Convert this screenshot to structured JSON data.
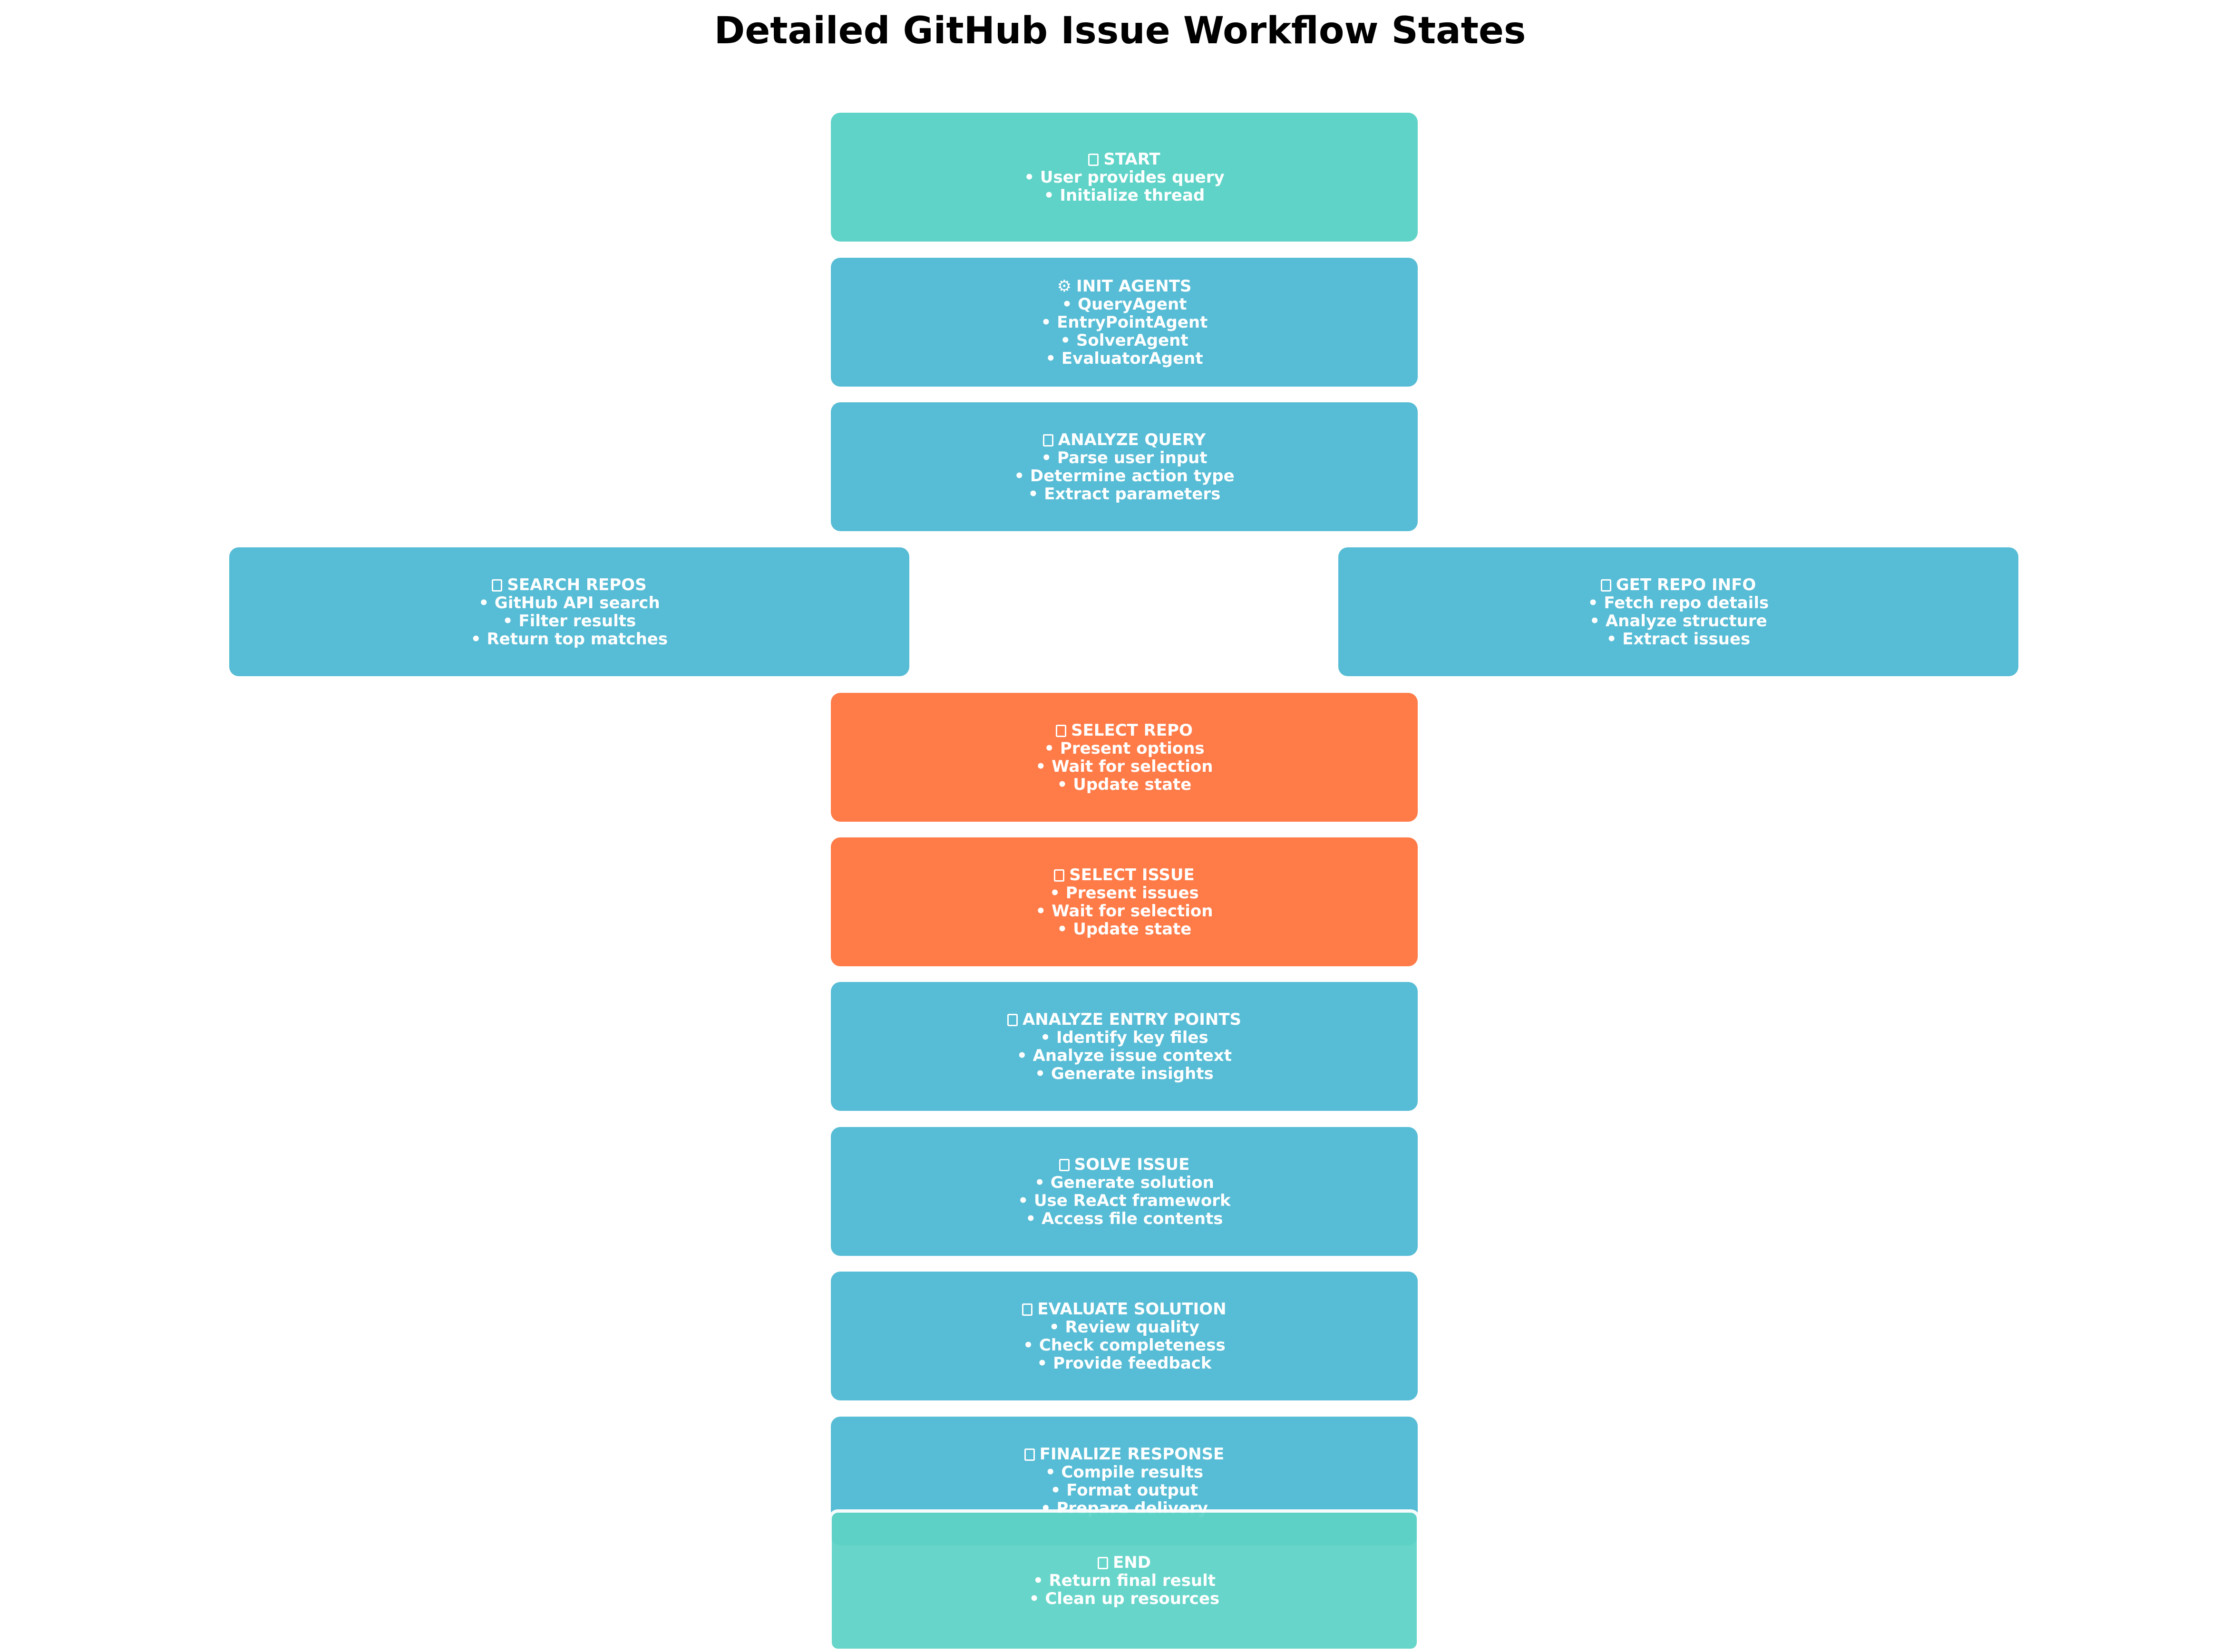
{
  "title": "Detailed GitHub Issue Workflow States",
  "colors": {
    "terminal": "#5fd3c7",
    "process": "#57bcd5",
    "user_input": "#ff7b48",
    "end": "#5fd3c7"
  },
  "nodes": [
    {
      "id": "start",
      "icon": "box-icon",
      "label": "START",
      "bullets": [
        "• User provides query",
        "• Initialize thread"
      ]
    },
    {
      "id": "init-agents",
      "icon": "gear-icon",
      "label": "INIT AGENTS",
      "bullets": [
        "• QueryAgent",
        "• EntryPointAgent",
        "• SolverAgent",
        "• EvaluatorAgent"
      ]
    },
    {
      "id": "analyze-query",
      "icon": "box-icon",
      "label": "ANALYZE QUERY",
      "bullets": [
        "• Parse user input",
        "• Determine action type",
        "• Extract parameters"
      ]
    },
    {
      "id": "search-repos",
      "icon": "box-icon",
      "label": "SEARCH REPOS",
      "bullets": [
        "• GitHub API search",
        "• Filter results",
        "• Return top matches"
      ]
    },
    {
      "id": "get-repo-info",
      "icon": "box-icon",
      "label": "GET REPO INFO",
      "bullets": [
        "• Fetch repo details",
        "• Analyze structure",
        "• Extract issues"
      ]
    },
    {
      "id": "select-repo",
      "icon": "box-icon",
      "label": "SELECT REPO",
      "bullets": [
        "• Present options",
        "• Wait for selection",
        "• Update state"
      ]
    },
    {
      "id": "select-issue",
      "icon": "box-icon",
      "label": "SELECT ISSUE",
      "bullets": [
        "• Present issues",
        "• Wait for selection",
        "• Update state"
      ]
    },
    {
      "id": "analyze-entry-points",
      "icon": "box-icon",
      "label": "ANALYZE ENTRY POINTS",
      "bullets": [
        "• Identify key files",
        "• Analyze issue context",
        "• Generate insights"
      ]
    },
    {
      "id": "solve-issue",
      "icon": "box-icon",
      "label": "SOLVE ISSUE",
      "bullets": [
        "• Generate solution",
        "• Use ReAct framework",
        "• Access file contents"
      ]
    },
    {
      "id": "evaluate-solution",
      "icon": "box-icon",
      "label": "EVALUATE SOLUTION",
      "bullets": [
        "• Review quality",
        "• Check completeness",
        "• Provide feedback"
      ]
    },
    {
      "id": "finalize-response",
      "icon": "box-icon",
      "label": "FINALIZE RESPONSE",
      "bullets": [
        "• Compile results",
        "• Format output",
        "• Prepare delivery"
      ]
    },
    {
      "id": "end",
      "icon": "box-icon",
      "label": "END",
      "bullets": [
        "• Return final result",
        "• Clean up resources"
      ]
    }
  ]
}
